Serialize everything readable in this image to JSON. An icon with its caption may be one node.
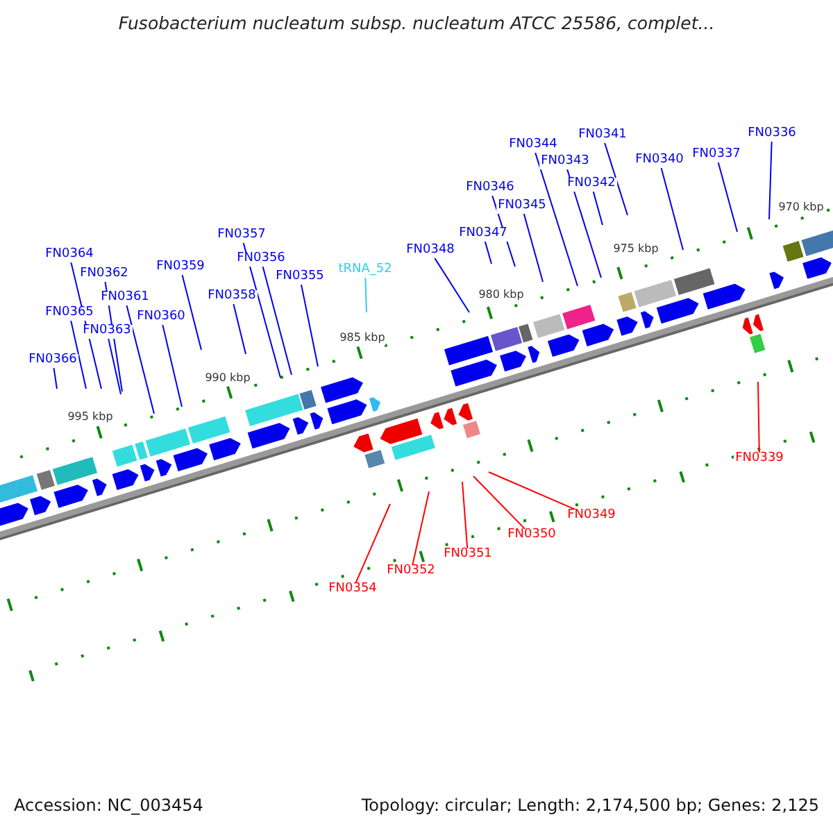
{
  "diagram": {
    "title": "Fusobacterium nucleatum subsp. nucleatum ATCC 25586, complet...",
    "nodes": [
      {
        "text": [
          "FN0341"
        ]
      },
      {
        "text": [
          "FN0336"
        ]
      },
      {
        "text": [
          "FN0344"
        ]
      },
      {
        "text": [
          "FN0337"
        ]
      },
      {
        "text": [
          "FN0340"
        ]
      },
      {
        "text": [
          "FN0343"
        ]
      },
      {
        "text": [
          "FN0342"
        ]
      },
      {
        "text": [
          "FN0346"
        ]
      },
      {
        "text": [
          "FN0345"
        ]
      },
      {
        "text": [
          "FN0357"
        ]
      },
      {
        "text": [
          "FN0347"
        ]
      },
      {
        "text": [
          "FN0348"
        ]
      },
      {
        "text": [
          "FN0364"
        ]
      },
      {
        "text": [
          "FN0356"
        ]
      },
      {
        "text": [
          "FN0359"
        ]
      },
      {
        "text": [
          "tRNA_52"
        ]
      },
      {
        "text": [
          "FN0362"
        ]
      },
      {
        "text": [
          "FN0355"
        ]
      },
      {
        "text": [
          "FN0358"
        ]
      },
      {
        "text": [
          "FN0361"
        ]
      },
      {
        "text": [
          "FN0365"
        ]
      },
      {
        "text": [
          "FN0360"
        ]
      },
      {
        "text": [
          "FN0363"
        ]
      },
      {
        "text": [
          "FN0366"
        ]
      },
      {
        "text": [
          "FN0339"
        ]
      },
      {
        "text": [
          "FN0349"
        ]
      },
      {
        "text": [
          "FN0350"
        ]
      },
      {
        "text": [
          "FN0351"
        ]
      },
      {
        "text": [
          "FN0352"
        ]
      },
      {
        "text": [
          "FN0354"
        ]
      }
    ],
    "edges": [
      {
        "from": 0,
        "to": null,
        "arrow": "none"
      },
      {
        "from": 1,
        "to": null,
        "arrow": "none"
      },
      {
        "from": 2,
        "to": null,
        "arrow": "none"
      },
      {
        "from": 3,
        "to": null,
        "arrow": "none"
      },
      {
        "from": 4,
        "to": null,
        "arrow": "none"
      },
      {
        "from": 5,
        "to": null,
        "arrow": "none"
      },
      {
        "from": 6,
        "to": null,
        "arrow": "none"
      },
      {
        "from": 7,
        "to": null,
        "arrow": "none"
      },
      {
        "from": 8,
        "to": null,
        "arrow": "none"
      },
      {
        "from": 9,
        "to": null,
        "arrow": "none"
      },
      {
        "from": 10,
        "to": null,
        "arrow": "none"
      },
      {
        "from": 11,
        "to": null,
        "arrow": "none"
      },
      {
        "from": 12,
        "to": null,
        "arrow": "none"
      },
      {
        "from": 13,
        "to": null,
        "arrow": "none"
      },
      {
        "from": 14,
        "to": null,
        "arrow": "none"
      },
      {
        "from": 15,
        "to": null,
        "arrow": "none",
        "color": "#33ccee"
      },
      {
        "from": 16,
        "to": null,
        "arrow": "none"
      },
      {
        "from": 17,
        "to": null,
        "arrow": "none"
      },
      {
        "from": 18,
        "to": null,
        "arrow": "none"
      },
      {
        "from": 19,
        "to": null,
        "arrow": "none"
      },
      {
        "from": 20,
        "to": null,
        "arrow": "none"
      },
      {
        "from": 21,
        "to": null,
        "arrow": "none"
      },
      {
        "from": 22,
        "to": null,
        "arrow": "none"
      },
      {
        "from": 23,
        "to": null,
        "arrow": "none"
      },
      {
        "from": 24,
        "to": null,
        "arrow": "none",
        "color": "#ff0000"
      },
      {
        "from": 25,
        "to": null,
        "arrow": "none",
        "color": "#ff0000"
      },
      {
        "from": 26,
        "to": null,
        "arrow": "none",
        "color": "#ff0000"
      },
      {
        "from": 27,
        "to": null,
        "arrow": "none",
        "color": "#ff0000"
      },
      {
        "from": 28,
        "to": null,
        "arrow": "none",
        "color": "#ff0000"
      },
      {
        "from": 29,
        "to": null,
        "arrow": "none",
        "color": "#ff0000"
      }
    ],
    "labels": [
      "995 kbp",
      "990 kbp",
      "985 kbp",
      "980 kbp",
      "975 kbp",
      "970 kbp",
      "Accession: NC_003454",
      "Topology: circular; Length: 2,174,500 bp; Genes: 2,125"
    ]
  }
}
